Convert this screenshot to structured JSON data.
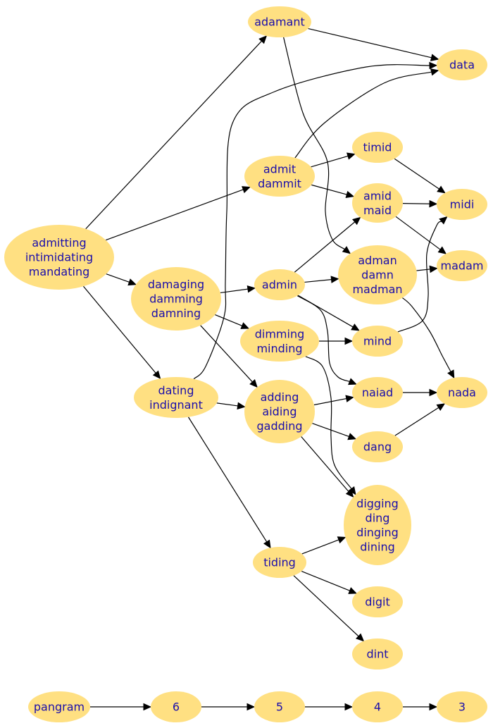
{
  "graph": {
    "nodes": [
      {
        "id": "admitting",
        "lines": [
          "admitting",
          "intimidating",
          "mandating"
        ]
      },
      {
        "id": "adamant",
        "lines": [
          "adamant"
        ]
      },
      {
        "id": "data",
        "lines": [
          "data"
        ]
      },
      {
        "id": "timid",
        "lines": [
          "timid"
        ]
      },
      {
        "id": "admit",
        "lines": [
          "admit",
          "dammit"
        ]
      },
      {
        "id": "amid",
        "lines": [
          "amid",
          "maid"
        ]
      },
      {
        "id": "midi",
        "lines": [
          "midi"
        ]
      },
      {
        "id": "adman",
        "lines": [
          "adman",
          "damn",
          "madman"
        ]
      },
      {
        "id": "madam",
        "lines": [
          "madam"
        ]
      },
      {
        "id": "damaging",
        "lines": [
          "damaging",
          "damming",
          "damning"
        ]
      },
      {
        "id": "admin",
        "lines": [
          "admin"
        ]
      },
      {
        "id": "dimming",
        "lines": [
          "dimming",
          "minding"
        ]
      },
      {
        "id": "mind",
        "lines": [
          "mind"
        ]
      },
      {
        "id": "dating",
        "lines": [
          "dating",
          "indignant"
        ]
      },
      {
        "id": "adding",
        "lines": [
          "adding",
          "aiding",
          "gadding"
        ]
      },
      {
        "id": "naiad",
        "lines": [
          "naiad"
        ]
      },
      {
        "id": "nada",
        "lines": [
          "nada"
        ]
      },
      {
        "id": "dang",
        "lines": [
          "dang"
        ]
      },
      {
        "id": "digging",
        "lines": [
          "digging",
          "ding",
          "dinging",
          "dining"
        ]
      },
      {
        "id": "tiding",
        "lines": [
          "tiding"
        ]
      },
      {
        "id": "digit",
        "lines": [
          "digit"
        ]
      },
      {
        "id": "dint",
        "lines": [
          "dint"
        ]
      },
      {
        "id": "pangram",
        "lines": [
          "pangram"
        ]
      },
      {
        "id": "n6",
        "lines": [
          "6"
        ]
      },
      {
        "id": "n5",
        "lines": [
          "5"
        ]
      },
      {
        "id": "n4",
        "lines": [
          "4"
        ]
      },
      {
        "id": "n3",
        "lines": [
          "3"
        ]
      }
    ],
    "edges": [
      [
        "admitting",
        "adamant"
      ],
      [
        "admitting",
        "admit"
      ],
      [
        "admitting",
        "damaging"
      ],
      [
        "admitting",
        "dating"
      ],
      [
        "adamant",
        "data"
      ],
      [
        "adamant",
        "adman"
      ],
      [
        "admit",
        "data"
      ],
      [
        "admit",
        "timid"
      ],
      [
        "admit",
        "amid"
      ],
      [
        "timid",
        "midi"
      ],
      [
        "amid",
        "midi"
      ],
      [
        "amid",
        "madam"
      ],
      [
        "adman",
        "madam"
      ],
      [
        "adman",
        "nada"
      ],
      [
        "damaging",
        "admin"
      ],
      [
        "damaging",
        "dimming"
      ],
      [
        "damaging",
        "adding"
      ],
      [
        "admin",
        "amid"
      ],
      [
        "admin",
        "adman"
      ],
      [
        "admin",
        "mind"
      ],
      [
        "admin",
        "naiad"
      ],
      [
        "dimming",
        "mind"
      ],
      [
        "dimming",
        "digging"
      ],
      [
        "mind",
        "midi"
      ],
      [
        "dating",
        "data"
      ],
      [
        "dating",
        "adding"
      ],
      [
        "dating",
        "tiding"
      ],
      [
        "adding",
        "naiad"
      ],
      [
        "adding",
        "dang"
      ],
      [
        "adding",
        "digging"
      ],
      [
        "naiad",
        "nada"
      ],
      [
        "dang",
        "nada"
      ],
      [
        "tiding",
        "digging"
      ],
      [
        "tiding",
        "digit"
      ],
      [
        "tiding",
        "dint"
      ],
      [
        "pangram",
        "n6"
      ],
      [
        "n6",
        "n5"
      ],
      [
        "n5",
        "n4"
      ],
      [
        "n4",
        "n3"
      ]
    ]
  }
}
